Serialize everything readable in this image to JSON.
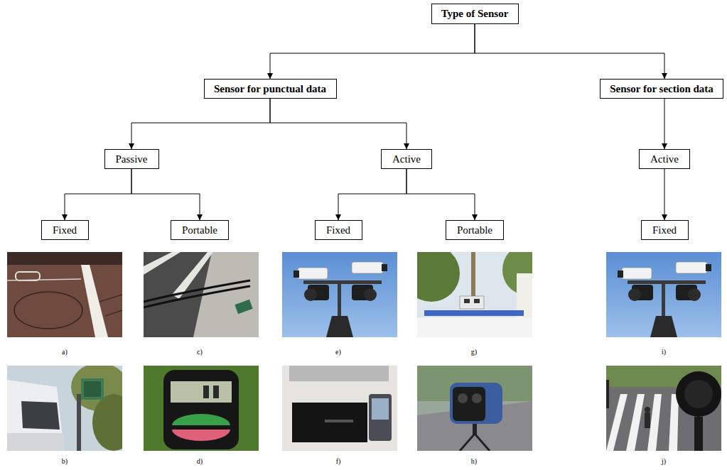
{
  "diagram": {
    "nodes": [
      {
        "text": [
          "Type of Sensor"
        ]
      },
      {
        "text": [
          "Sensor for punctual data"
        ]
      },
      {
        "text": [
          "Sensor for section data"
        ]
      },
      {
        "text": [
          "Passive"
        ]
      },
      {
        "text": [
          "Active"
        ]
      },
      {
        "text": [
          "Active"
        ]
      },
      {
        "text": [
          "Fixed"
        ]
      },
      {
        "text": [
          "Portable"
        ]
      },
      {
        "text": [
          "Fixed"
        ]
      },
      {
        "text": [
          "Portable"
        ]
      },
      {
        "text": [
          "Fixed"
        ]
      }
    ],
    "edges": [
      {
        "from": 0,
        "to": 1,
        "arrow": "to"
      },
      {
        "from": 0,
        "to": 2,
        "arrow": "to"
      },
      {
        "from": 1,
        "to": 3,
        "arrow": "to"
      },
      {
        "from": 1,
        "to": 4,
        "arrow": "to"
      },
      {
        "from": 2,
        "to": 5,
        "arrow": "to"
      },
      {
        "from": 3,
        "to": 6,
        "arrow": "to"
      },
      {
        "from": 3,
        "to": 7,
        "arrow": "to"
      },
      {
        "from": 4,
        "to": 8,
        "arrow": "to"
      },
      {
        "from": 4,
        "to": 9,
        "arrow": "to"
      },
      {
        "from": 5,
        "to": 10,
        "arrow": "to"
      }
    ],
    "labels": [
      "a)",
      "b)",
      "c)",
      "d)",
      "e)",
      "f)",
      "g)",
      "h)",
      "i)",
      "j)"
    ]
  }
}
